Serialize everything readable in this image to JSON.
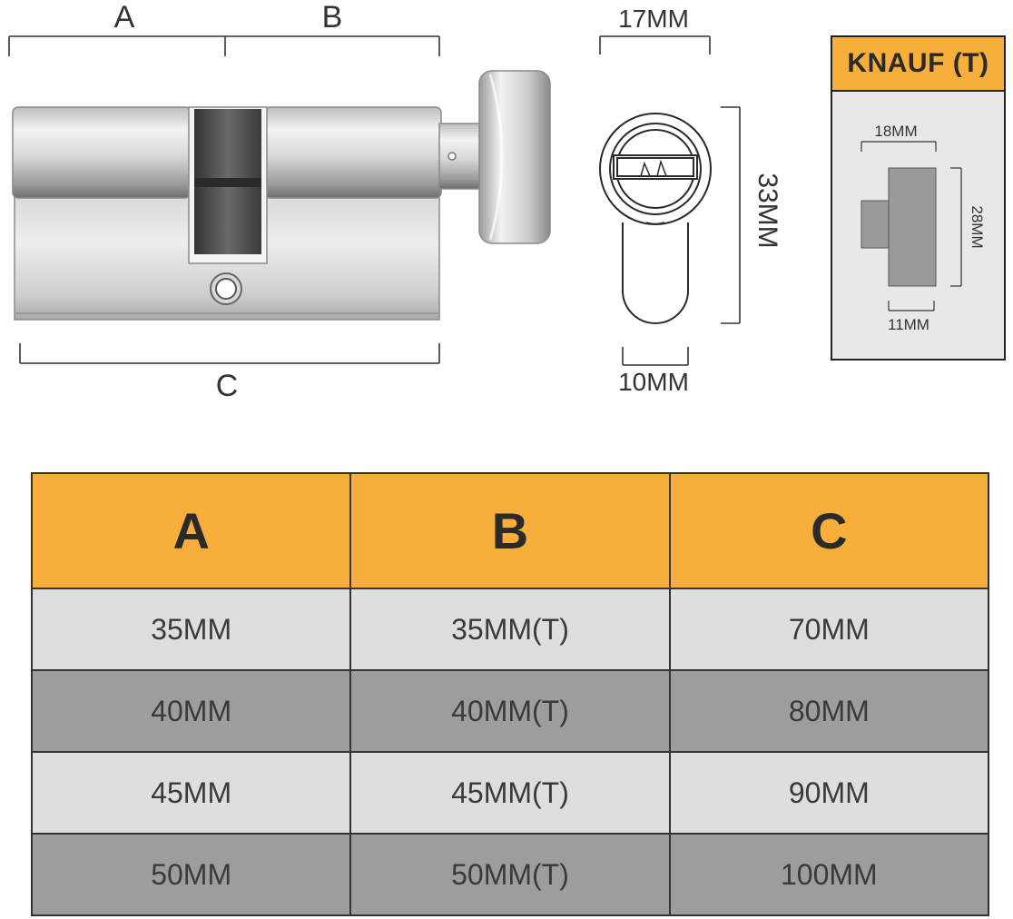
{
  "diagram": {
    "label_a": "A",
    "label_b": "B",
    "label_c": "C",
    "dim_17": "17MM",
    "dim_33": "33MM",
    "dim_10": "10MM"
  },
  "knauf": {
    "title": "KNAUF (T)",
    "dim_18": "18MM",
    "dim_28": "28MM",
    "dim_11": "11MM"
  },
  "table": {
    "headers": [
      "A",
      "B",
      "C"
    ],
    "rows": [
      [
        "35MM",
        "35MM(T)",
        "70MM"
      ],
      [
        "40MM",
        "40MM(T)",
        "80MM"
      ],
      [
        "45MM",
        "45MM(T)",
        "90MM"
      ],
      [
        "50MM",
        "50MM(T)",
        "100MM"
      ]
    ]
  },
  "colors": {
    "header_orange": "#f7ae3b",
    "row_light": "#dedede",
    "row_dark": "#9d9d9d"
  }
}
